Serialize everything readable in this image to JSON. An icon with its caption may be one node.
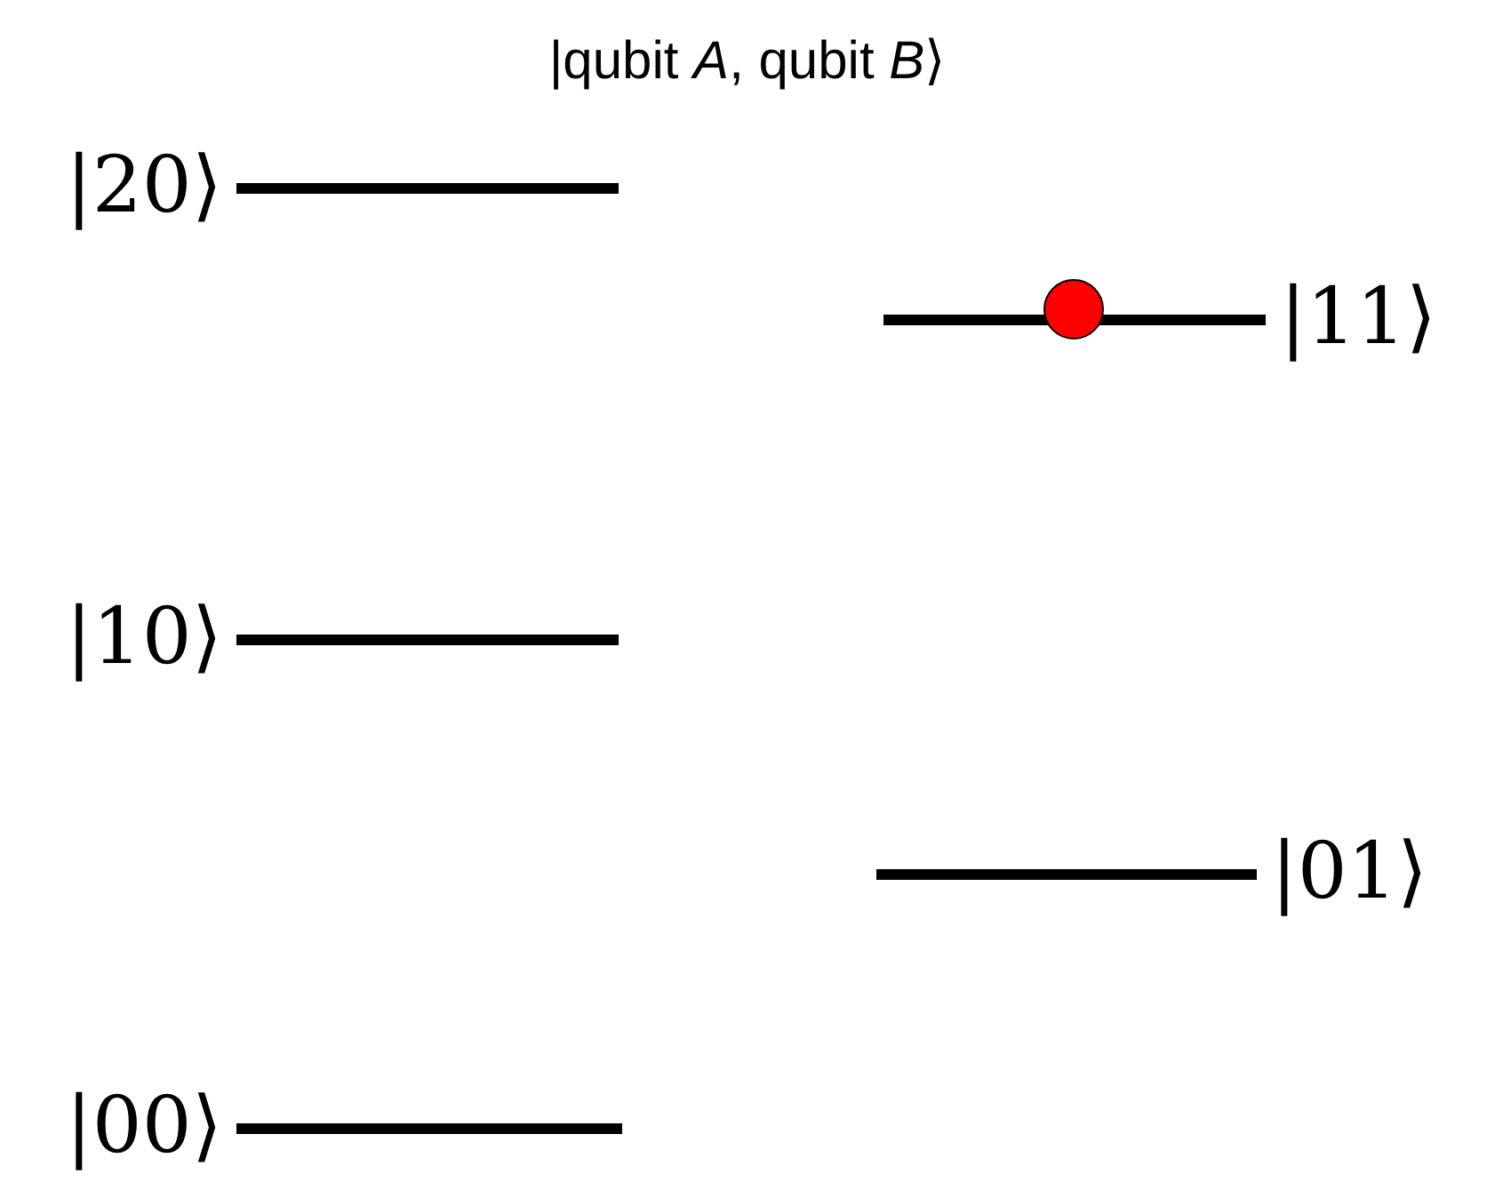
{
  "diagram": {
    "title": "|qubit *A*, qubit *B*⟩",
    "nodes": [
      {
        "text": [],
        "shape": "bar",
        "beside": [
          "|20⟩"
        ]
      },
      {
        "text": [],
        "shape": "bar",
        "beside": [
          "|11⟩"
        ]
      },
      {
        "text": [],
        "shape": "bar",
        "beside": [
          "|10⟩"
        ]
      },
      {
        "text": [],
        "shape": "bar",
        "beside": [
          "|01⟩"
        ]
      },
      {
        "text": [],
        "shape": "bar",
        "beside": [
          "|00⟩"
        ]
      },
      {
        "text": [],
        "shape": "circle"
      }
    ]
  }
}
